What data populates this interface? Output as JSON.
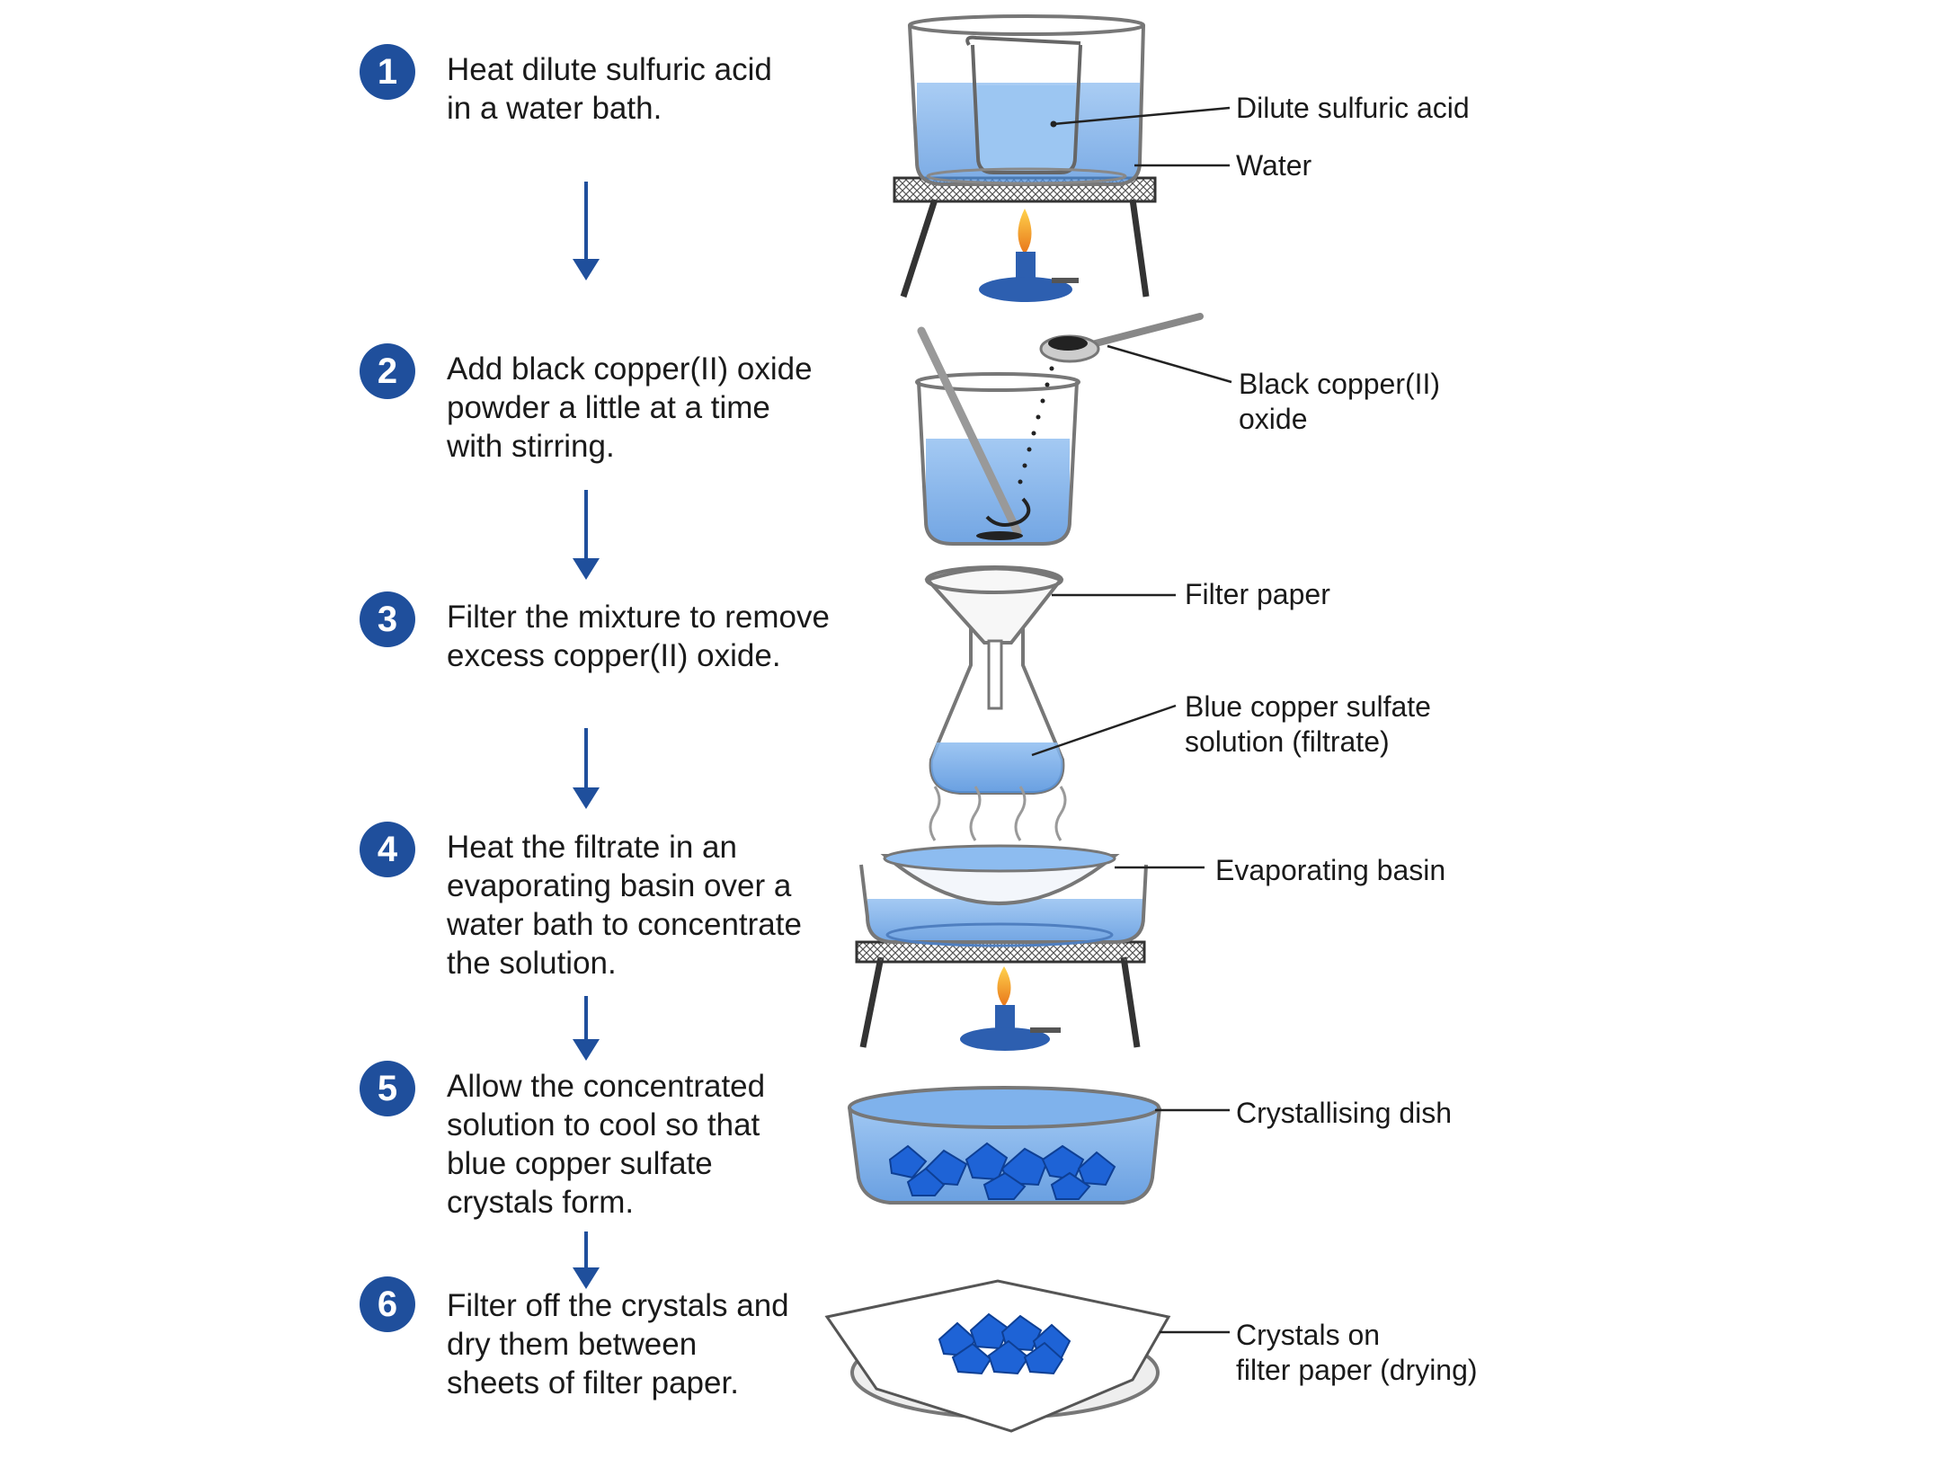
{
  "steps": [
    {
      "number": "1",
      "lines": [
        "Heat dilute sulfuric acid",
        "in a water bath."
      ]
    },
    {
      "number": "2",
      "lines": [
        "Add black copper(II) oxide",
        "powder a little at a time",
        "with stirring."
      ]
    },
    {
      "number": "3",
      "lines": [
        "Filter the mixture to remove",
        "excess copper(II) oxide."
      ]
    },
    {
      "number": "4",
      "lines": [
        "Heat the filtrate in an",
        "evaporating basin over a",
        "water bath to concentrate",
        "the solution."
      ]
    },
    {
      "number": "5",
      "lines": [
        "Allow the concentrated",
        "solution to cool so that",
        "blue copper sulfate",
        "crystals form."
      ]
    },
    {
      "number": "6",
      "lines": [
        "Filter off the crystals and",
        "dry them between",
        "sheets of filter paper."
      ]
    }
  ],
  "labels": {
    "dilute_acid": [
      "Dilute sulfuric acid"
    ],
    "water": [
      "Water"
    ],
    "copper_oxide": [
      "Black copper(II)",
      "oxide"
    ],
    "filter_paper": [
      "Filter paper"
    ],
    "filtrate": [
      "Blue copper sulfate",
      "solution (filtrate)"
    ],
    "evaporating_basin": [
      "Evaporating basin"
    ],
    "crystallising_dish": [
      "Crystallising dish"
    ],
    "crystals_drying": [
      "Crystals on",
      "filter paper (drying)"
    ]
  },
  "colors": {
    "accent": "#1f4f9c",
    "liquid": "#6fa8e8",
    "liquid_dark": "#3f7fd0",
    "crystal": "#1e63d6",
    "flame": "#f29a1d"
  }
}
